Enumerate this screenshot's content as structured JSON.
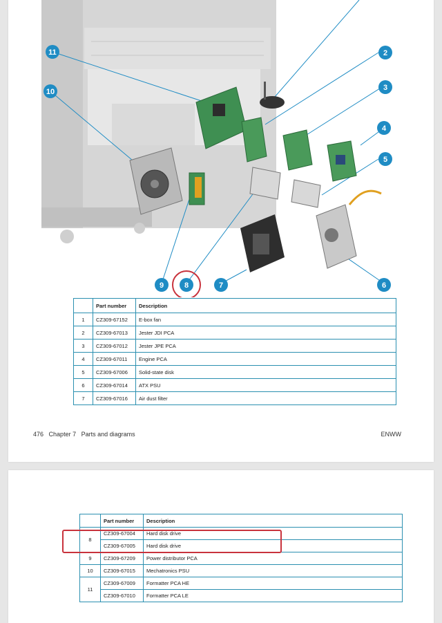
{
  "page1": {
    "callouts": [
      "11",
      "10",
      "2",
      "3",
      "4",
      "5",
      "9",
      "8",
      "7",
      "6"
    ],
    "highlighted_callout": "8",
    "table": {
      "headers": [
        "",
        "Part number",
        "Description"
      ],
      "rows": [
        {
          "num": "1",
          "part": "CZ309-67152",
          "desc": "E-box fan"
        },
        {
          "num": "2",
          "part": "CZ309-67013",
          "desc": "Jester JDI PCA"
        },
        {
          "num": "3",
          "part": "CZ309-67012",
          "desc": "Jester JPE PCA"
        },
        {
          "num": "4",
          "part": "CZ309-67011",
          "desc": "Engine PCA"
        },
        {
          "num": "5",
          "part": "CZ309-67006",
          "desc": "Solid-state disk"
        },
        {
          "num": "6",
          "part": "CZ309-67014",
          "desc": "ATX PSU"
        },
        {
          "num": "7",
          "part": "CZ309-67016",
          "desc": "Air dust filter"
        }
      ]
    },
    "footer": {
      "page_num": "476",
      "chapter": "Chapter 7",
      "section": "Parts and diagrams",
      "right": "ENWW"
    }
  },
  "page2": {
    "table": {
      "headers": [
        "",
        "Part number",
        "Description"
      ],
      "rows": [
        {
          "num": "8",
          "part": "CZ309-67004",
          "desc": "Hard disk drive"
        },
        {
          "num": "",
          "part": "CZ309-67005",
          "desc": "Hard disk drive"
        },
        {
          "num": "9",
          "part": "CZ309-67209",
          "desc": "Power distributor PCA"
        },
        {
          "num": "10",
          "part": "CZ309-67015",
          "desc": "Mechatronics PSU"
        },
        {
          "num": "11",
          "part": "CZ309-67009",
          "desc": "Formatter PCA HE"
        },
        {
          "num": "",
          "part": "CZ309-67010",
          "desc": "Formatter PCA LE"
        }
      ]
    }
  },
  "colors": {
    "callout_blue": "#1f8cc4",
    "table_border": "#2a8fb0",
    "highlight_red": "#c8323c",
    "machine_gray": "#9a9a9a",
    "pcb_green": "#3f8f52"
  }
}
